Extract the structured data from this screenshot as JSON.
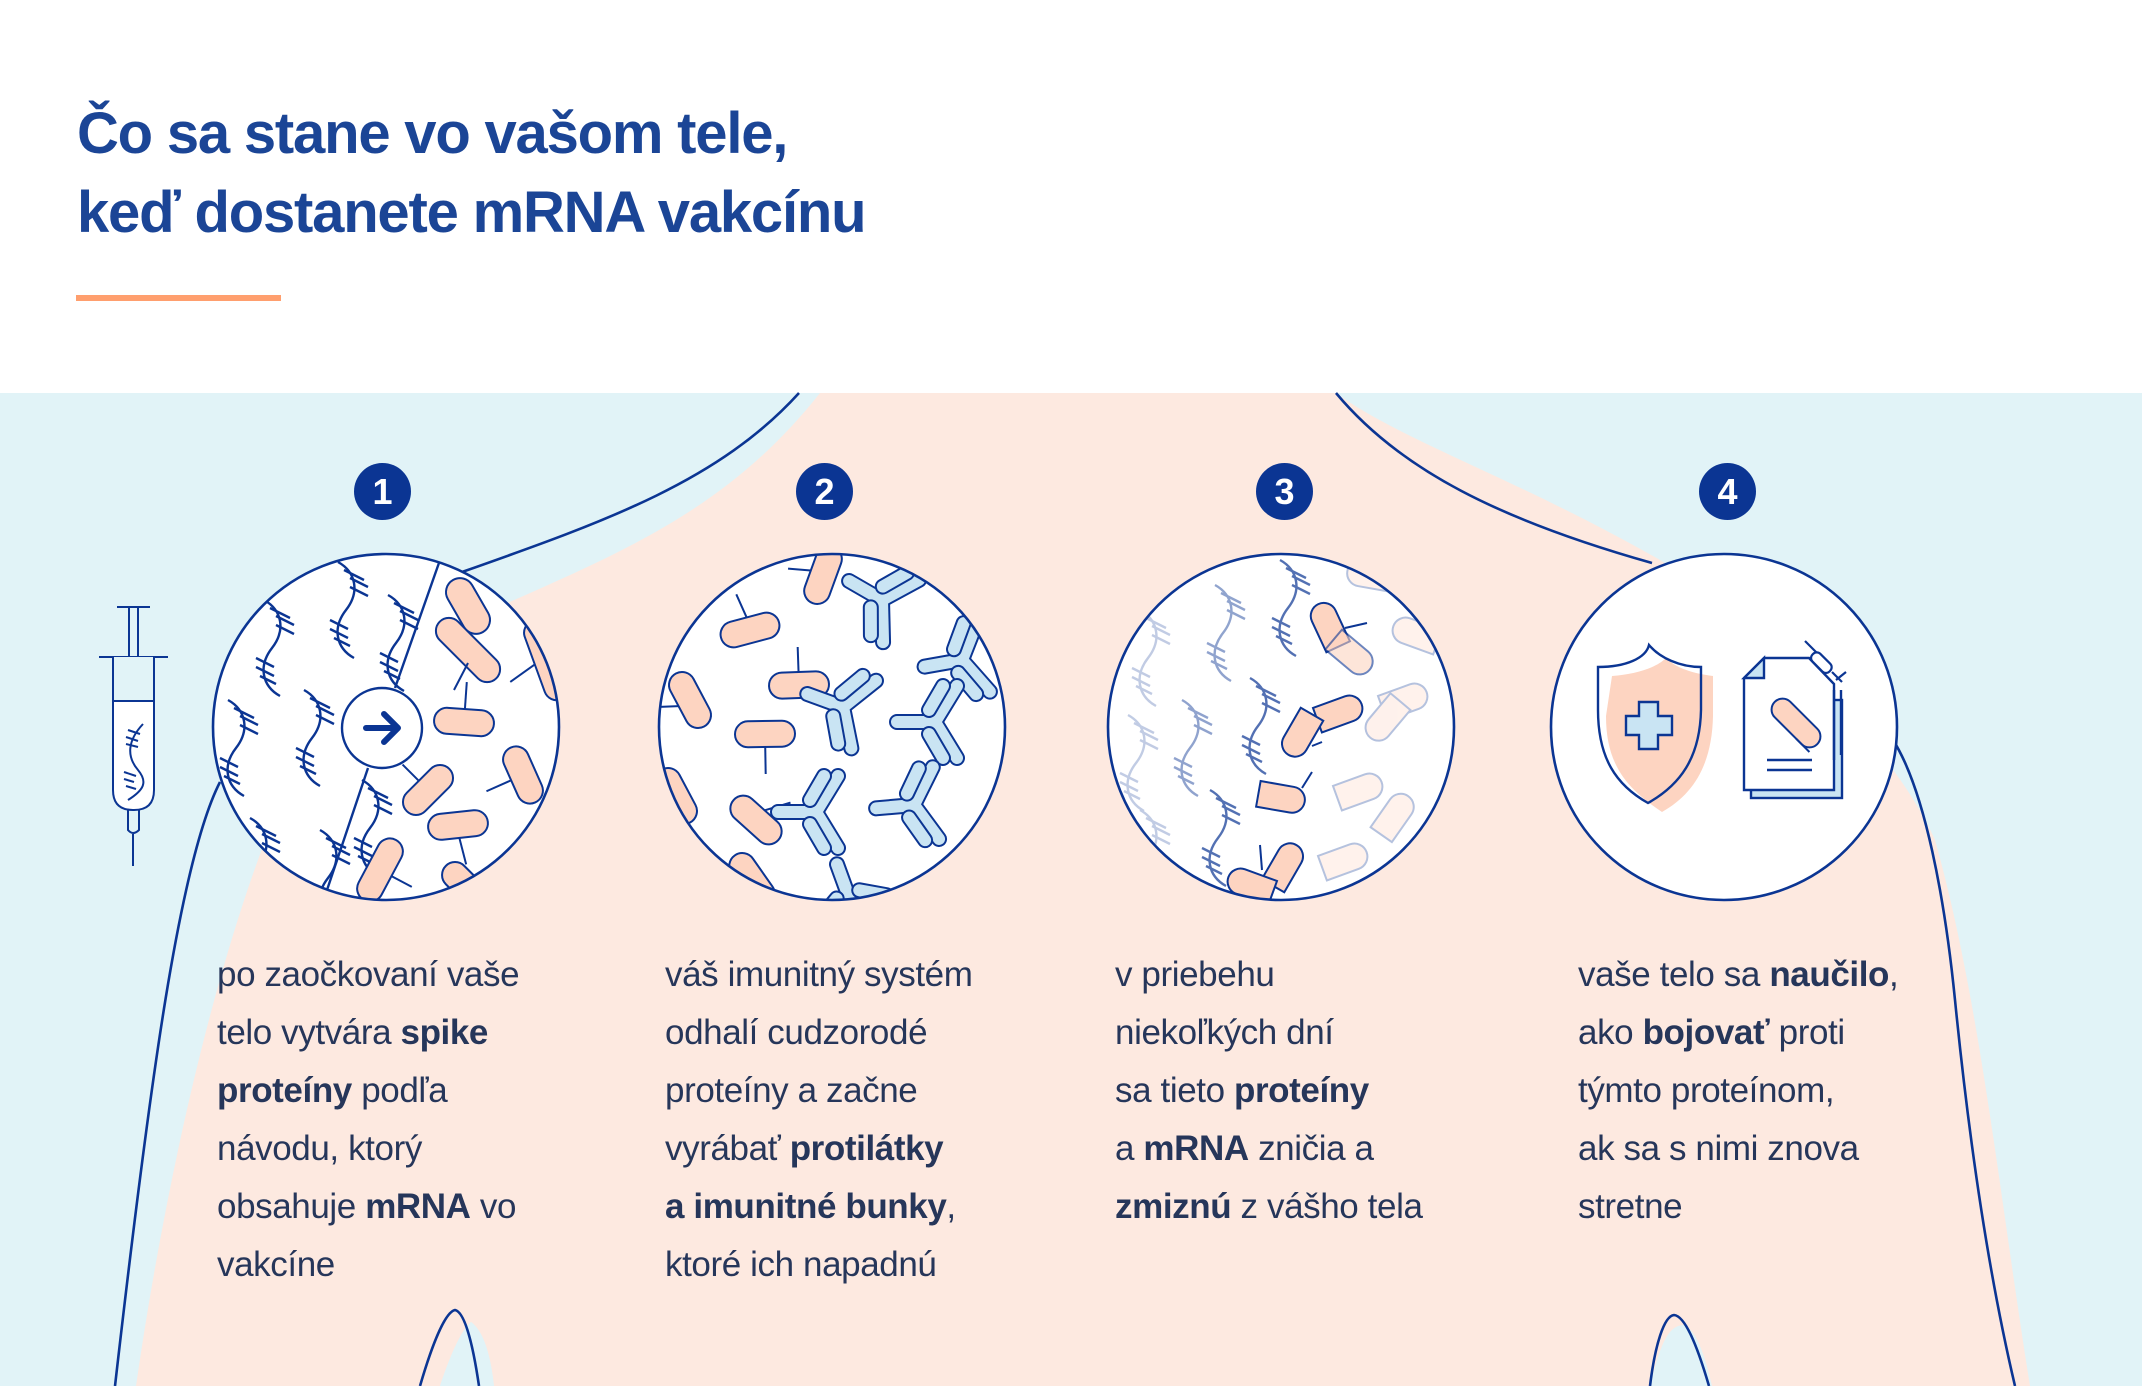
{
  "title": {
    "lines": [
      "Čo sa stane vo vašom tele,",
      "keď dostanete mRNA vakcínu"
    ]
  },
  "colors": {
    "title": "#1b4596",
    "accent_underline": "#ff9f6e",
    "badge": "#0b3593",
    "outline": "#0b3593",
    "body_fill": "#fde9e0",
    "background_fill": "#e1f3f7",
    "protein_fill": "#fdd4c1",
    "antibody_fill": "#c9e4f3",
    "text": "#26365a"
  },
  "steps": [
    {
      "number": "1",
      "illustration": "mrna-to-spike-protein",
      "lines": [
        [
          {
            "t": "po zaočkovaní vaše",
            "b": false
          }
        ],
        [
          {
            "t": "telo vytvára ",
            "b": false
          },
          {
            "t": "spike",
            "b": true
          }
        ],
        [
          {
            "t": "proteíny",
            "b": true
          },
          {
            "t": " podľa",
            "b": false
          }
        ],
        [
          {
            "t": "návodu, ktorý",
            "b": false
          }
        ],
        [
          {
            "t": "obsahuje ",
            "b": false
          },
          {
            "t": "mRNA",
            "b": true
          },
          {
            "t": " vo",
            "b": false
          }
        ],
        [
          {
            "t": "vakcíne",
            "b": false
          }
        ]
      ]
    },
    {
      "number": "2",
      "illustration": "antibodies-attack-proteins",
      "lines": [
        [
          {
            "t": "váš imunitný systém",
            "b": false
          }
        ],
        [
          {
            "t": "odhalí cudzorodé",
            "b": false
          }
        ],
        [
          {
            "t": "proteíny a začne",
            "b": false
          }
        ],
        [
          {
            "t": "vyrábať ",
            "b": false
          },
          {
            "t": "protilátky",
            "b": true
          }
        ],
        [
          {
            "t": "a imunitné bunky",
            "b": true
          },
          {
            "t": ",",
            "b": false
          }
        ],
        [
          {
            "t": "ktoré ich napadnú",
            "b": false
          }
        ]
      ]
    },
    {
      "number": "3",
      "illustration": "proteins-and-mrna-fading",
      "lines": [
        [
          {
            "t": "v priebehu",
            "b": false
          }
        ],
        [
          {
            "t": "niekoľkých dní",
            "b": false
          }
        ],
        [
          {
            "t": "sa tieto ",
            "b": false
          },
          {
            "t": "proteíny",
            "b": true
          }
        ],
        [
          {
            "t": "a ",
            "b": false
          },
          {
            "t": "mRNA",
            "b": true
          },
          {
            "t": " zničia a",
            "b": false
          }
        ],
        [
          {
            "t": "zmiznú",
            "b": true
          },
          {
            "t": " z vášho tela",
            "b": false
          }
        ]
      ]
    },
    {
      "number": "4",
      "illustration": "shield-and-vaccination-record",
      "lines": [
        [
          {
            "t": "vaše telo sa ",
            "b": false
          },
          {
            "t": "naučilo",
            "b": true
          },
          {
            "t": ",",
            "b": false
          }
        ],
        [
          {
            "t": "ako ",
            "b": false
          },
          {
            "t": "bojovať",
            "b": true
          },
          {
            "t": " proti",
            "b": false
          }
        ],
        [
          {
            "t": "týmto proteínom,",
            "b": false
          }
        ],
        [
          {
            "t": "ak sa s nimi znova",
            "b": false
          }
        ],
        [
          {
            "t": "stretne",
            "b": false
          }
        ]
      ]
    }
  ],
  "icons": {
    "syringe": "syringe-with-mrna-icon",
    "arrow": "arrow-right-icon",
    "shield": "shield-cross-icon",
    "document": "vaccination-record-icon"
  }
}
